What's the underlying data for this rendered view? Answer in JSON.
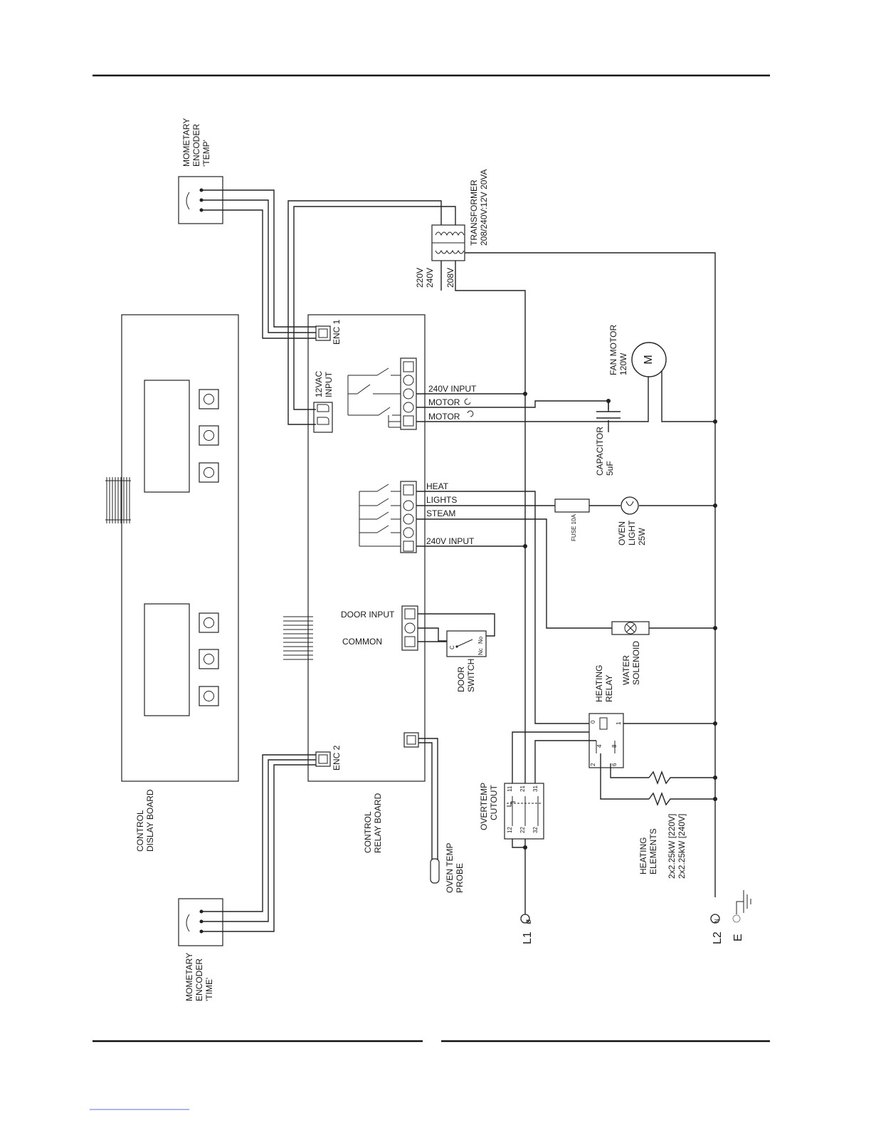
{
  "labels": {
    "encoder_temp": [
      "MOMETARY",
      "ENCODER",
      "'TEMP'"
    ],
    "encoder_time": [
      "MOMETARY",
      "ENCODER",
      "'TIME'"
    ],
    "transformer": [
      "TRANSFORMER",
      "208/240V:12V 20VA"
    ],
    "tap_220_240": [
      "220V",
      "240V"
    ],
    "tap_208": "208V",
    "enc1": "ENC 1",
    "enc2": "ENC 2",
    "input_12vac": [
      "12VAC",
      "INPUT"
    ],
    "input_240v_top": "240V INPUT",
    "motor_a": "MOTOR",
    "motor_b": "MOTOR",
    "fan_motor": [
      "FAN MOTOR",
      "120W"
    ],
    "motor_symbol": "M",
    "capacitor": [
      "CAPACITOR",
      "5uF"
    ],
    "heat": "HEAT",
    "lights": "LIGHTS",
    "steam": "STEAM",
    "input_240v_bottom": "240V INPUT",
    "fuse": "FUSE 10A",
    "oven_light": [
      "OVEN",
      "LIGHT",
      "25W"
    ],
    "door_input": "DOOR INPUT",
    "common": "COMMON",
    "door_switch": [
      "DOOR",
      "SWITCH"
    ],
    "switch_c": "C",
    "switch_nc": "Nc",
    "switch_no": "No",
    "water_solenoid": [
      "WATER",
      "SOLENOID"
    ],
    "heating_relay": [
      "HEATING",
      "RELAY"
    ],
    "relay_pins": [
      "0",
      "1",
      "4",
      "8",
      "2",
      "6"
    ],
    "overtemp_cutout": [
      "OVERTEMP",
      "CUTOUT"
    ],
    "cutout_pins_top": [
      "11",
      "21",
      "31"
    ],
    "cutout_pins_bottom": [
      "12",
      "22",
      "32"
    ],
    "heating_elements": [
      "HEATING",
      "ELEMENTS",
      "2x2.25kW [220V]",
      "2x2.25kW [240V]"
    ],
    "control_display_board": [
      "CONTROL",
      "DISLAY BOARD"
    ],
    "control_relay_board": [
      "CONTROL",
      "RELAY BOARD"
    ],
    "oven_temp_probe": [
      "OVEN TEMP",
      "PROBE"
    ],
    "l1": "L1",
    "phase": "ø",
    "l2": "L2",
    "neutral": "N",
    "earth": "E"
  }
}
